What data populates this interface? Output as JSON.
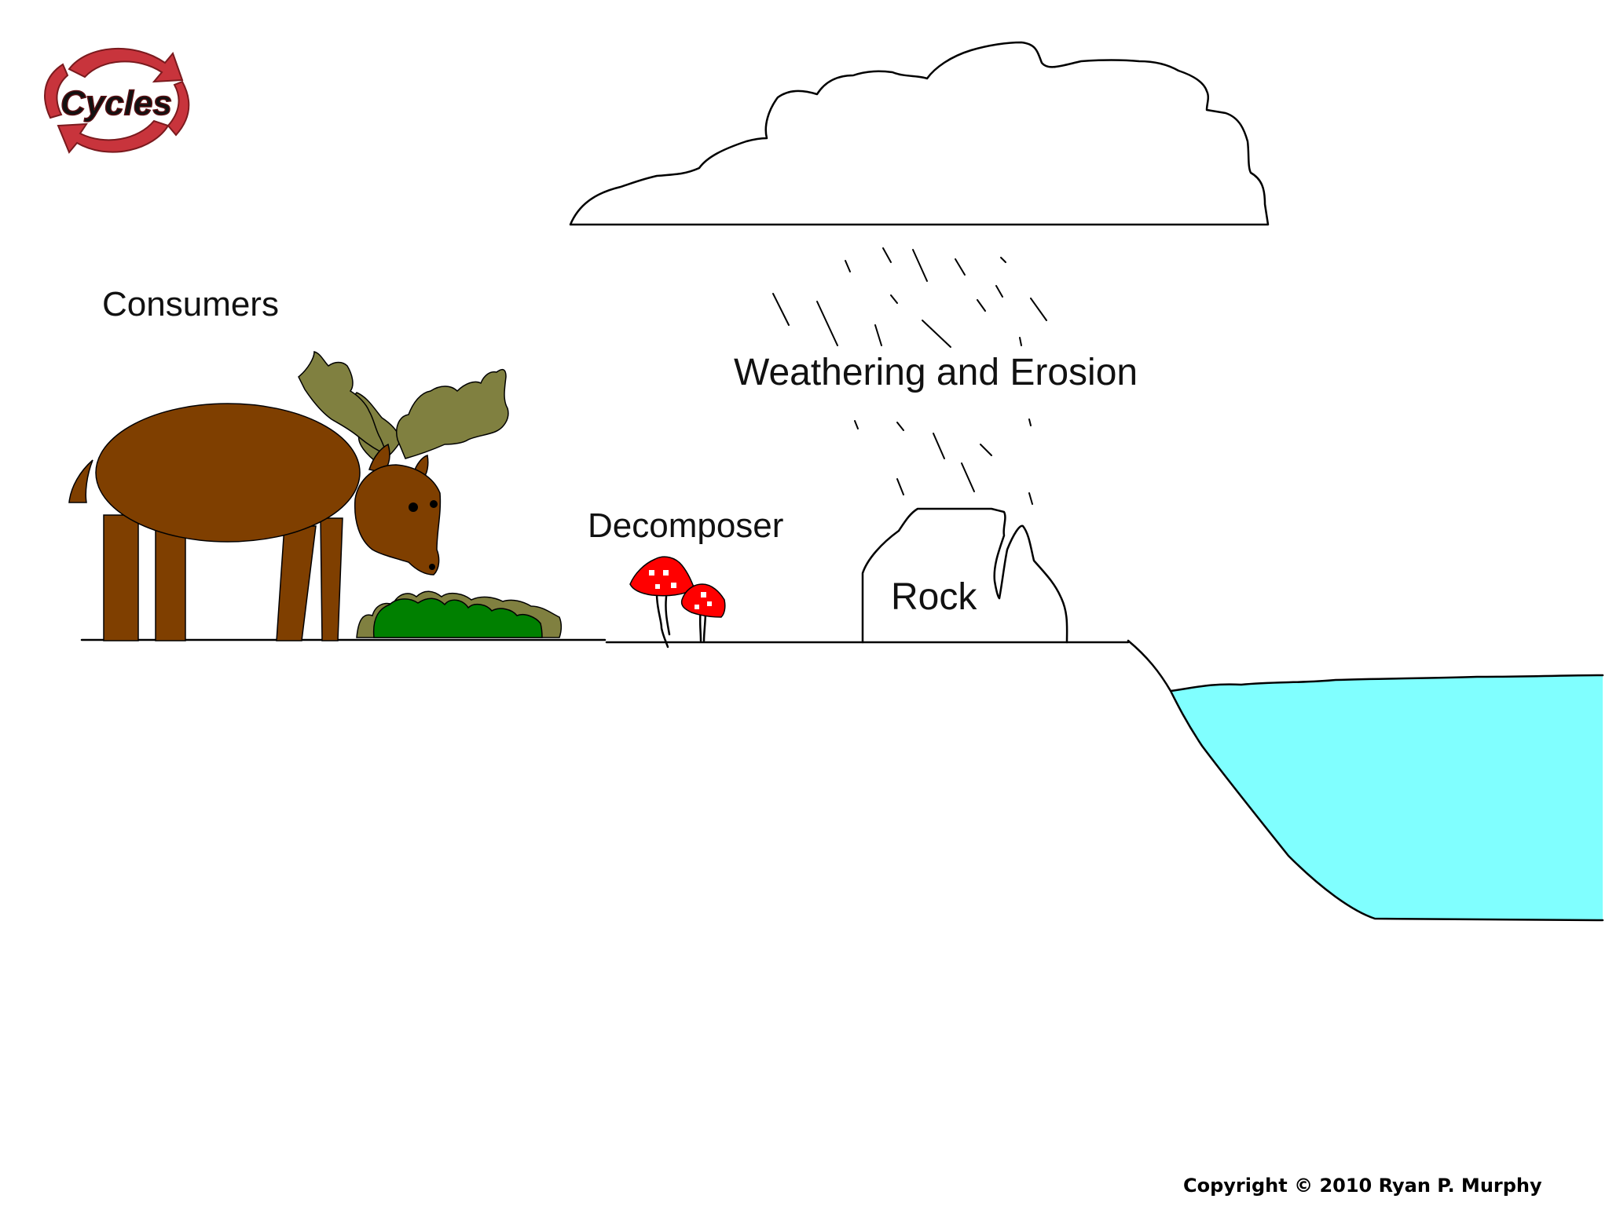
{
  "logo": {
    "text": "Cycles",
    "color": "#c8343c"
  },
  "labels": {
    "consumers": "Consumers",
    "weathering": "Weathering and Erosion",
    "decomposer": "Decomposer",
    "rock": "Rock"
  },
  "copyright": "Copyright © 2010 Ryan P. Murphy",
  "colors": {
    "moose_body": "#7f3f00",
    "antler": "#808040",
    "plant": "#008000",
    "mushroom": "#ff0000",
    "water": "#80ffff"
  }
}
